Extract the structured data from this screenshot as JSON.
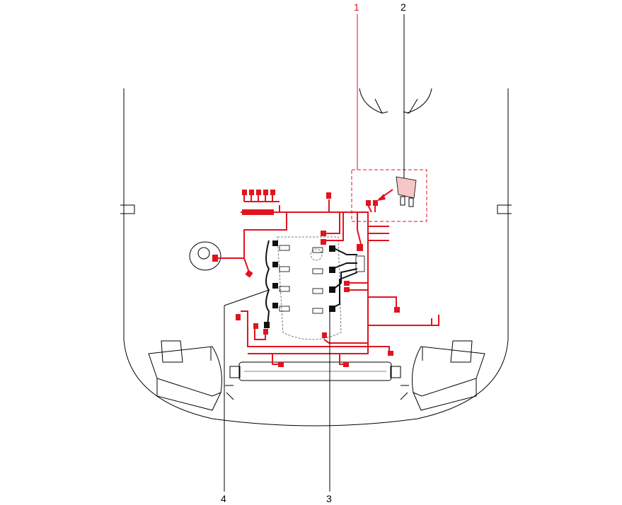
{
  "callouts": [
    {
      "label": "1",
      "color": "#e0141e"
    },
    {
      "label": "2",
      "color": "#000000"
    },
    {
      "label": "3",
      "color": "#000000"
    },
    {
      "label": "4",
      "color": "#000000"
    }
  ],
  "colors": {
    "harness": "#e0141e",
    "outline": "#000000",
    "connector_black": "#111111"
  }
}
